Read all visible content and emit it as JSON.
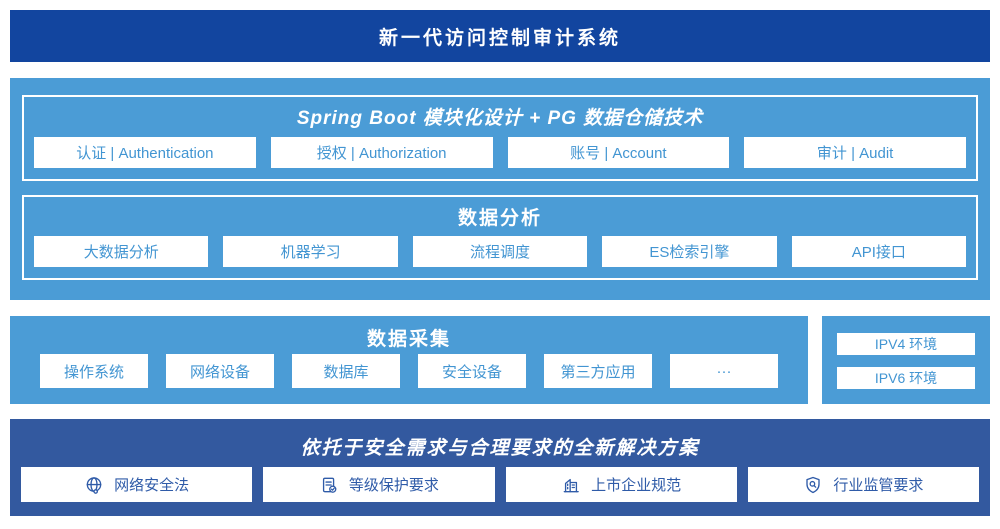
{
  "banner": {
    "title": "新一代访问控制审计系统"
  },
  "platform": {
    "modules": {
      "title": "Spring Boot 模块化设计 + PG 数据仓储技术",
      "items": [
        "认证 | Authentication",
        "授权 | Authorization",
        "账号 | Account",
        "审计 | Audit"
      ]
    },
    "analysis": {
      "title": "数据分析",
      "items": [
        "大数据分析",
        "机器学习",
        "流程调度",
        "ES检索引擎",
        "API接口"
      ]
    }
  },
  "collection": {
    "title": "数据采集",
    "items": [
      "操作系统",
      "网络设备",
      "数据库",
      "安全设备",
      "第三方应用",
      "···"
    ]
  },
  "network_env": {
    "items": [
      "IPV4 环境",
      "IPV6 环境"
    ]
  },
  "solution": {
    "title": "依托于安全需求与合理要求的全新解决方案",
    "items": [
      {
        "icon": "globe-icon",
        "label": "网络安全法"
      },
      {
        "icon": "document-check-icon",
        "label": "等级保护要求"
      },
      {
        "icon": "building-icon",
        "label": "上市企业规范"
      },
      {
        "icon": "shield-search-icon",
        "label": "行业监管要求"
      }
    ]
  },
  "colors": {
    "banner_bg": "#12459F",
    "platform_bg": "#4B9CD6",
    "solution_bg": "#33599F",
    "light_box_text": "#4295D2",
    "solution_box_text": "#2F5BA8"
  }
}
